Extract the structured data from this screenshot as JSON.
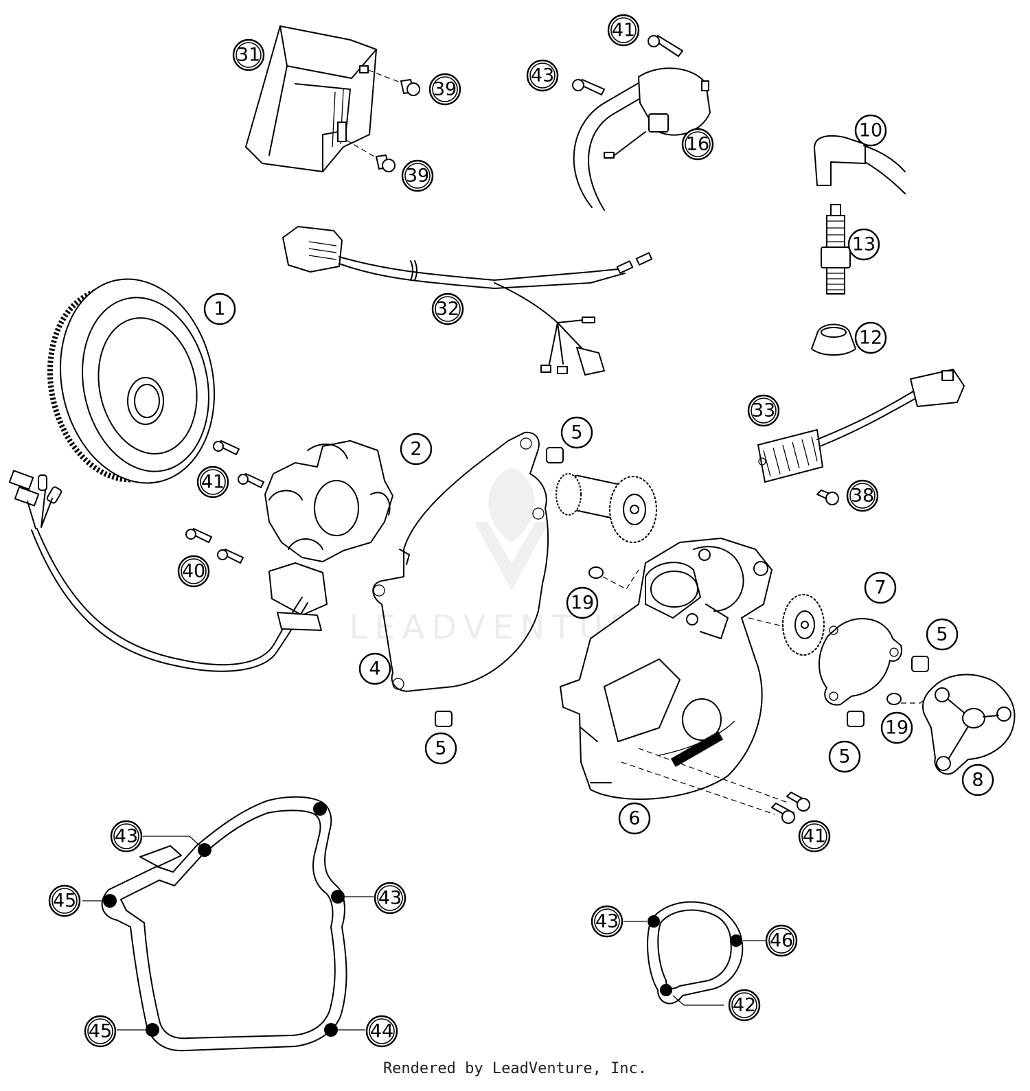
{
  "diagram": {
    "callouts": [
      {
        "id": "c31",
        "label": "31"
      },
      {
        "id": "c39a",
        "label": "39"
      },
      {
        "id": "c39b",
        "label": "39"
      },
      {
        "id": "c41a",
        "label": "41"
      },
      {
        "id": "c43a",
        "label": "43"
      },
      {
        "id": "c16",
        "label": "16"
      },
      {
        "id": "c10",
        "label": "10"
      },
      {
        "id": "c13",
        "label": "13"
      },
      {
        "id": "c12",
        "label": "12"
      },
      {
        "id": "c32",
        "label": "32"
      },
      {
        "id": "c1",
        "label": "1"
      },
      {
        "id": "c2",
        "label": "2"
      },
      {
        "id": "c5a",
        "label": "5"
      },
      {
        "id": "c41b",
        "label": "41"
      },
      {
        "id": "c40",
        "label": "40"
      },
      {
        "id": "c33",
        "label": "33"
      },
      {
        "id": "c38",
        "label": "38"
      },
      {
        "id": "c19a",
        "label": "19"
      },
      {
        "id": "c7",
        "label": "7"
      },
      {
        "id": "c5b",
        "label": "5"
      },
      {
        "id": "c4",
        "label": "4"
      },
      {
        "id": "c5c",
        "label": "5"
      },
      {
        "id": "c19b",
        "label": "19"
      },
      {
        "id": "c5d",
        "label": "5"
      },
      {
        "id": "c8",
        "label": "8"
      },
      {
        "id": "c6",
        "label": "6"
      },
      {
        "id": "c41c",
        "label": "41"
      },
      {
        "id": "c43b",
        "label": "43"
      },
      {
        "id": "c45a",
        "label": "45"
      },
      {
        "id": "c43c",
        "label": "43"
      },
      {
        "id": "c45b",
        "label": "45"
      },
      {
        "id": "c44",
        "label": "44"
      },
      {
        "id": "c43d",
        "label": "43"
      },
      {
        "id": "c46",
        "label": "46"
      },
      {
        "id": "c42",
        "label": "42"
      }
    ],
    "watermark": "LEADVENTURE",
    "footer": "Rendered by LeadVenture, Inc."
  }
}
